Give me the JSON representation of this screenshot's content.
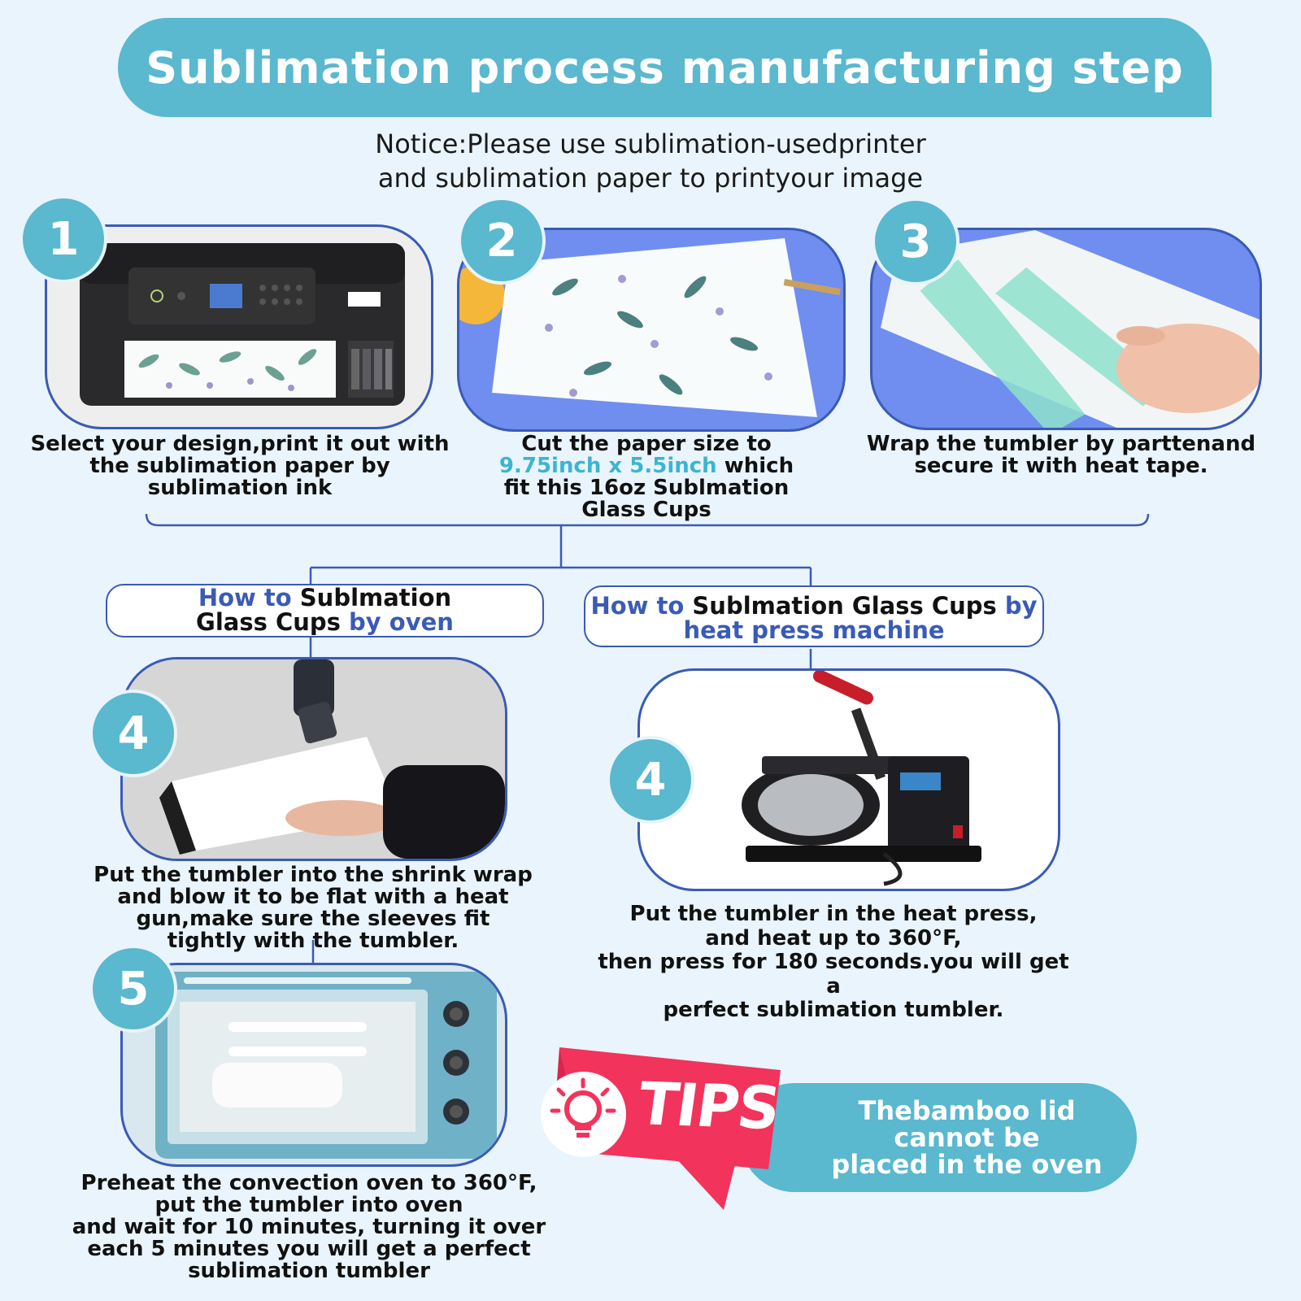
{
  "title": "Sublimation process manufacturing step",
  "notice": {
    "line1": "Notice:Please use sublimation-usedprinter",
    "line2": "and sublimation paper to printyour image"
  },
  "steps": [
    {
      "number": "1",
      "lines": [
        "Select your design,print it out with",
        "the sublimation paper by",
        "sublimation ink"
      ]
    },
    {
      "number": "2",
      "line1": "Cut the paper size to",
      "size_highlight": "9.75inch x 5.5inch",
      "line2_rest": " which",
      "line3": "fit this 16oz Sublmation",
      "line4": "Glass Cups"
    },
    {
      "number": "3",
      "lines": [
        "Wrap the tumbler by parttenand",
        "secure it with heat tape."
      ]
    }
  ],
  "oven_method": {
    "header_prefix": "How to ",
    "header_main": "Sublmation",
    "header_main2": "Glass Cups ",
    "header_suffix": "by oven",
    "step4": {
      "number": "4",
      "lines": [
        "Put the tumbler into the shrink wrap",
        "and blow it to be flat with a heat",
        "gun,make sure the sleeves fit",
        "tightly  with the tumbler."
      ]
    },
    "step5": {
      "number": "5",
      "lines": [
        "Preheat the convection oven to  360°F,",
        "put the tumbler into oven",
        "and wait for 10 minutes, turning it over",
        "each 5 minutes you will get a perfect",
        "sublimation tumbler"
      ]
    }
  },
  "press_method": {
    "header_prefix": "How to ",
    "header_main": "Sublmation Glass Cups ",
    "header_suffix1": "by",
    "header_suffix2": "heat press machine",
    "step4": {
      "number": "4",
      "lines": [
        "Put the tumbler in the heat press,",
        "and heat up to  360°F,",
        "then press for 180 seconds.you will get a",
        "perfect sublimation tumbler."
      ]
    }
  },
  "tips": {
    "label": "TIPS",
    "icon": "lightbulb-icon",
    "lines": [
      "Thebamboo lid",
      "cannot be",
      "placed in the oven"
    ]
  },
  "colors": {
    "accent": "#5ab8cf",
    "border_blue": "#3a5bb5",
    "highlight": "#3cb5cf",
    "tips_red": "#f2335c",
    "background": "#e9f4fc"
  }
}
